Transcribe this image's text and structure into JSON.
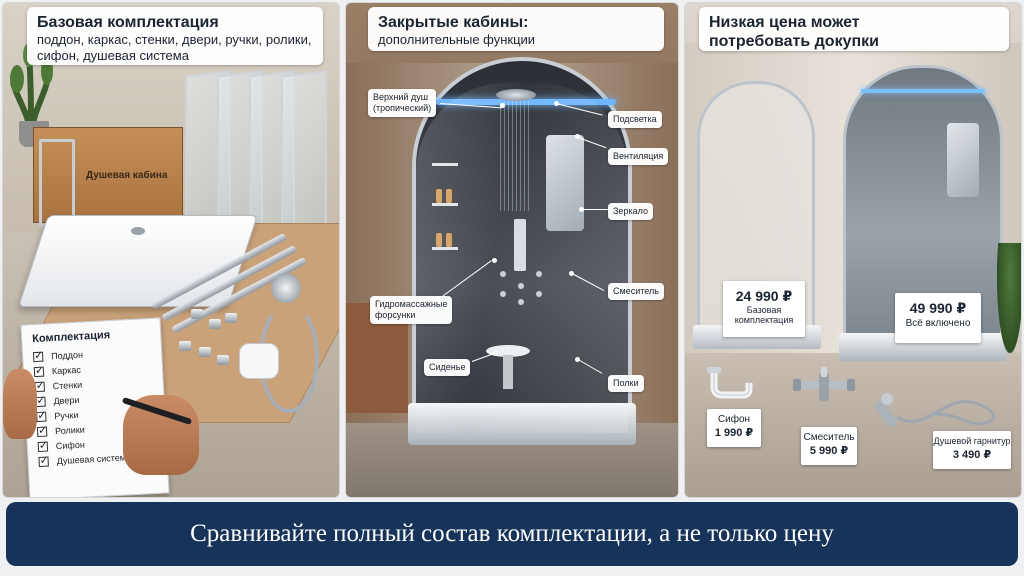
{
  "panel_basic": {
    "title": "Базовая комплектация",
    "subtitle_line1": "поддон, каркас, стенки, двери, ручки, ролики,",
    "subtitle_line2": "сифон, душевая система",
    "box_label": "Душевая кабина",
    "checklist": {
      "title": "Комплектация",
      "items": [
        "Поддон",
        "Каркас",
        "Стенки",
        "Двери",
        "Ручки",
        "Ролики",
        "Сифон",
        "Душевая система"
      ]
    }
  },
  "panel_closed": {
    "title": "Закрытые кабины:",
    "subtitle": "дополнительные функции",
    "callouts": {
      "rain_line1": "Верхний душ",
      "rain_line2": "(тропический)",
      "light": "Подсветка",
      "vent": "Вентиляция",
      "mirror": "Зеркало",
      "jets_line1": "Гидромассажные",
      "jets_line2": "форсунки",
      "mixer": "Смеситель",
      "seat": "Сиденье",
      "shelves": "Полки"
    }
  },
  "panel_price": {
    "title_line1": "Низкая цена может",
    "title_line2": "потребовать докупки",
    "basic_price": "24 990 ₽",
    "basic_label_line1": "Базовая",
    "basic_label_line2": "комплектация",
    "full_price": "49 990 ₽",
    "full_label": "Всё включено",
    "siphon_label": "Сифон",
    "siphon_price": "1 990 ₽",
    "mixer_label": "Смеситель",
    "mixer_price": "5 990 ₽",
    "set_label": "Душевой гарнитур",
    "set_price": "3 490 ₽"
  },
  "banner": {
    "text": "Сравнивайте полный состав комплектации, а не только цену"
  },
  "colors": {
    "banner_bg": "#173359",
    "banner_text": "#ffffff",
    "accent_glow": "#6fb6ff"
  }
}
